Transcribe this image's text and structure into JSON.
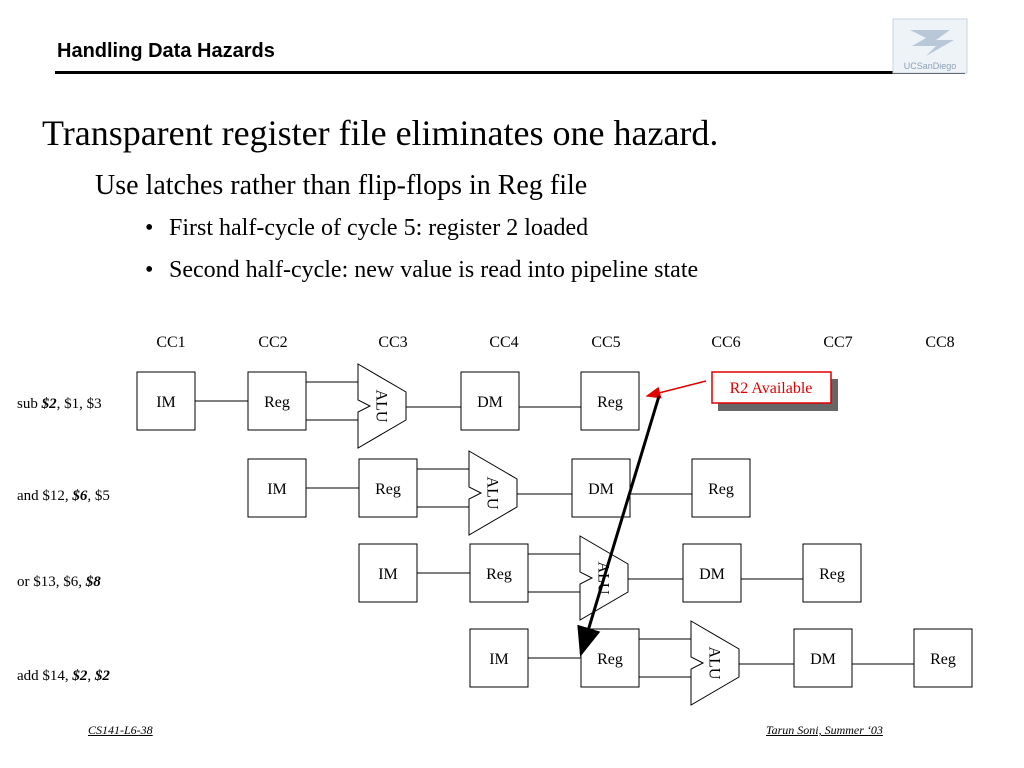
{
  "header": {
    "title": "Handling Data Hazards"
  },
  "logo": {
    "text": "UCSanDiego"
  },
  "content": {
    "heading": "Transparent register file eliminates one hazard.",
    "subheading": "Use latches rather than flip-flops in Reg file",
    "bullets": [
      "First half-cycle of cycle 5: register 2 loaded",
      "Second half-cycle: new value is read into pipeline state"
    ]
  },
  "diagram": {
    "cycles": [
      "CC1",
      "CC2",
      "CC3",
      "CC4",
      "CC5",
      "CC6",
      "CC7",
      "CC8"
    ],
    "stage_labels": {
      "im": "IM",
      "reg": "Reg",
      "alu": "ALU",
      "dm": "DM"
    },
    "instructions": [
      {
        "parts": [
          [
            "sub ",
            false
          ],
          [
            "$2",
            true
          ],
          [
            ", $1, $3",
            false
          ]
        ]
      },
      {
        "parts": [
          [
            "and $12, ",
            false
          ],
          [
            "$6",
            true
          ],
          [
            ", $5",
            false
          ]
        ]
      },
      {
        "parts": [
          [
            "or $13, $6, ",
            false
          ],
          [
            "$8",
            true
          ]
        ]
      },
      {
        "parts": [
          [
            "add $14, ",
            false
          ],
          [
            "$2",
            true
          ],
          [
            ", ",
            false
          ],
          [
            "$2",
            true
          ]
        ]
      }
    ],
    "callout": "R2 Available",
    "colors": {
      "callout_border": "#e00000",
      "shade": "#d0d0d0",
      "arrow_red": "#e00000",
      "shadow": "#666666"
    }
  },
  "footer": {
    "left": "CS141-L6-38",
    "right": "Tarun Soni, Summer ‘03"
  }
}
